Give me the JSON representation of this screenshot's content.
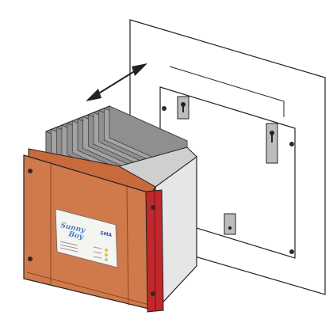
{
  "diagram": {
    "colors": {
      "housing_orange": "#d07a4c",
      "housing_orange_dark": "#b8623a",
      "side_panel": "#dcdcdc",
      "heatsink": "#9a9a9a",
      "heatsink_dark": "#7c7c7c",
      "accent_red": "#c0282c",
      "accent_red_dark": "#8e1a1e",
      "wall_plate": "#ffffff",
      "stroke": "#222222",
      "screw": "#2a2a2a"
    },
    "icons": [
      "double-arrow-icon",
      "keyhole-slot-icon",
      "screw-icon",
      "led-indicator-icon"
    ]
  },
  "label": {
    "line1": "Sunny",
    "line2": "Boy",
    "brand": "SMA",
    "led_colors": [
      "#f2d21b",
      "#f2d21b",
      "#f2d21b"
    ]
  }
}
